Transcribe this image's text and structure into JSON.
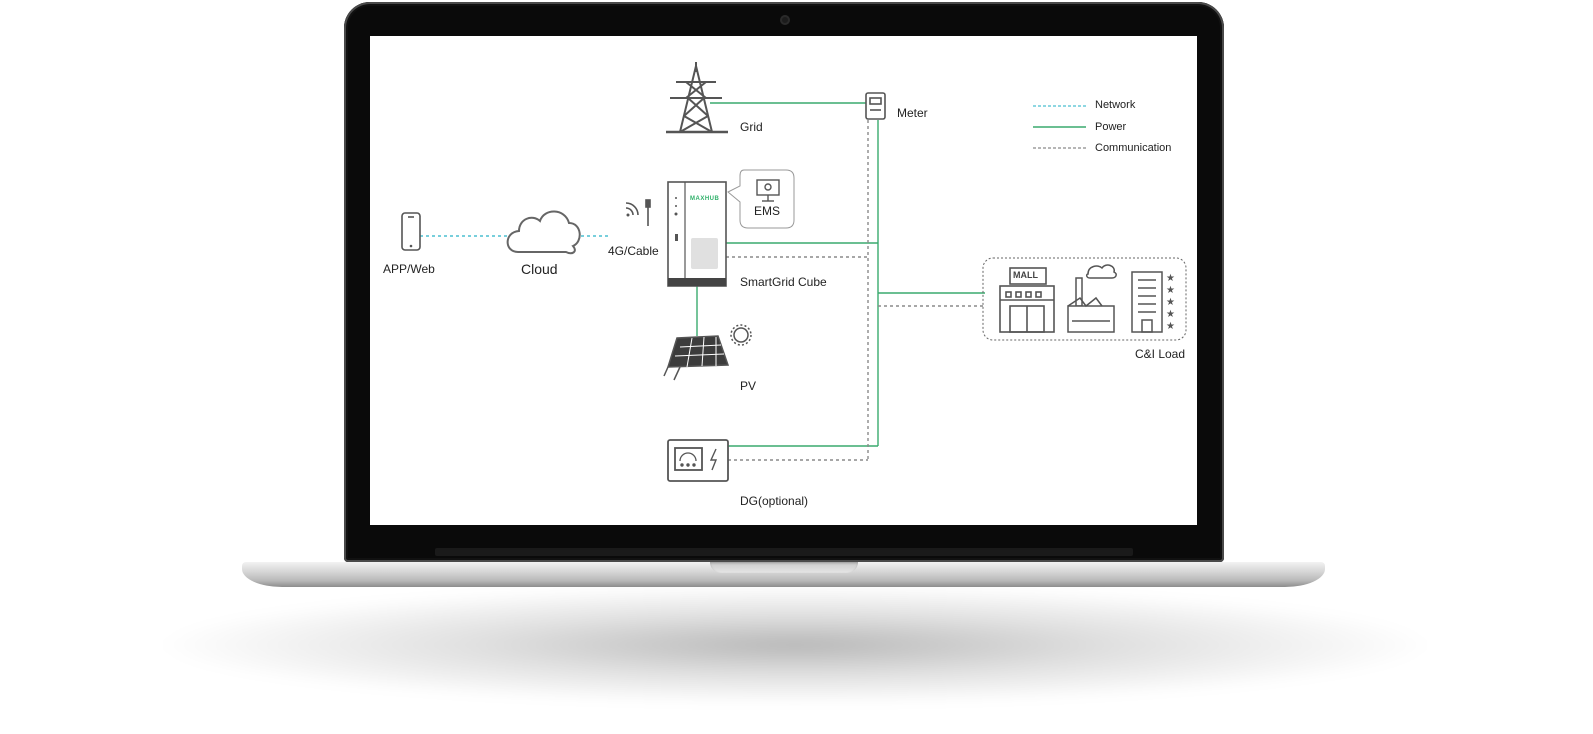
{
  "diagram": {
    "nodes": {
      "grid": "Grid",
      "meter": "Meter",
      "app": "APP/Web",
      "cloud": "Cloud",
      "link": "4G/Cable",
      "cube": "SmartGrid Cube",
      "ems": "EMS",
      "brand": "MAXHUB",
      "pv": "PV",
      "dg": "DG(optional)",
      "load": "C&I Load",
      "mall": "MALL"
    },
    "legend": {
      "network": "Network",
      "power": "Power",
      "communication": "Communication"
    },
    "colors": {
      "power": "#3aaa6e",
      "network": "#4bbfd0",
      "communication": "#8a8a8a",
      "icon": "#555555",
      "brand": "#2fb06a"
    }
  }
}
